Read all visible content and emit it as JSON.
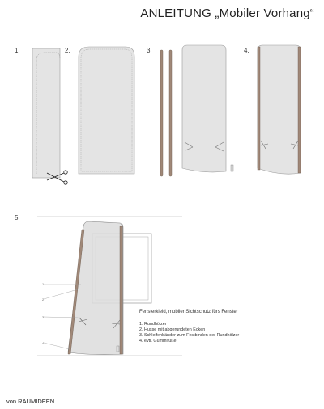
{
  "title": "ANLEITUNG „Mobiler Vorhang“",
  "steps": [
    "1.",
    "2.",
    "3.",
    "4.",
    "5."
  ],
  "description": "Fensterkleid, mobiler Sichtschutz fürs Fenster",
  "legend": [
    "1. Rundhölzer",
    "2. Husse mit abgerundeten Ecken",
    "3. Schleifenbänder zum Festbinden der Rundhölzer",
    "4. evtl. Gummifüße"
  ],
  "callouts": [
    "1",
    "2",
    "3",
    "4"
  ],
  "footer": "von RAUMIDEEN",
  "colors": {
    "fabric": "#e4e4e4",
    "fabric_stroke": "#8a8a8a",
    "pole": "#a08878",
    "pole_stroke": "#6b5a4e"
  }
}
